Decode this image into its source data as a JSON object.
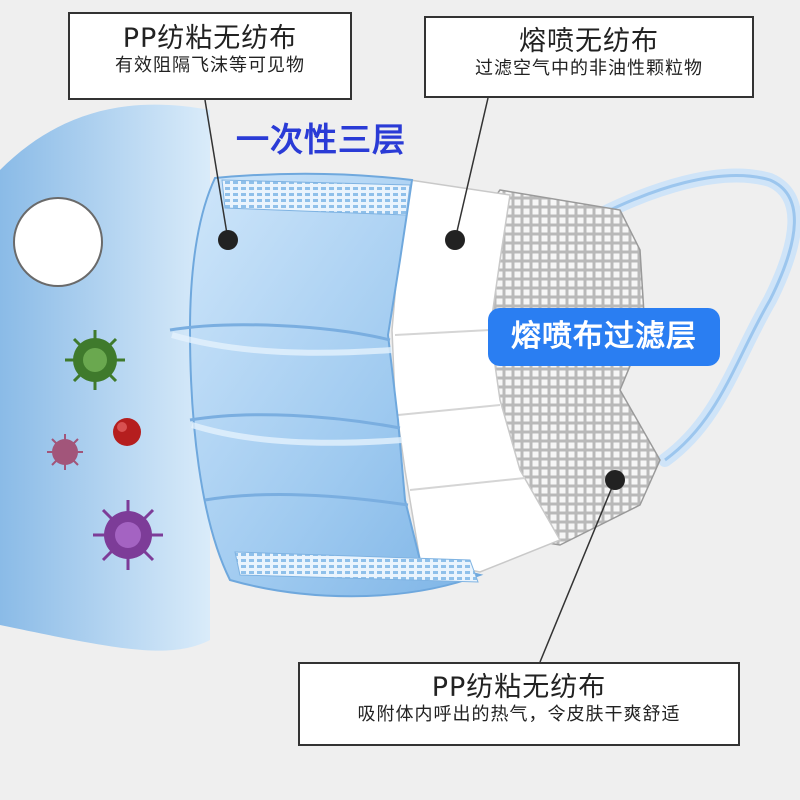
{
  "callouts": {
    "top_left": {
      "title": "PP纺粘无纺布",
      "description": "有效阻隔飞沫等可见物"
    },
    "top_right": {
      "title": "熔喷无纺布",
      "description": "过滤空气中的非油性颗粒物"
    },
    "bottom": {
      "title": "PP纺粘无纺布",
      "description": "吸附体内呼出的热气，令皮肤干爽舒适"
    }
  },
  "labels": {
    "layers_title": "一次性三层",
    "filter_badge": "熔喷布过滤层"
  },
  "colors": {
    "background": "#efefef",
    "mask_blue": "#a9d2f4",
    "label_blue": "#2a3bd6",
    "badge_blue": "#2a7ef2",
    "virus_green": "#3f7a2c",
    "virus_red": "#b51e1e",
    "virus_purple": "#7d3c98"
  },
  "icons": [
    "virus-green-icon",
    "virus-red-icon",
    "virus-pink-icon",
    "virus-purple-icon",
    "pointer-dot-icon"
  ]
}
